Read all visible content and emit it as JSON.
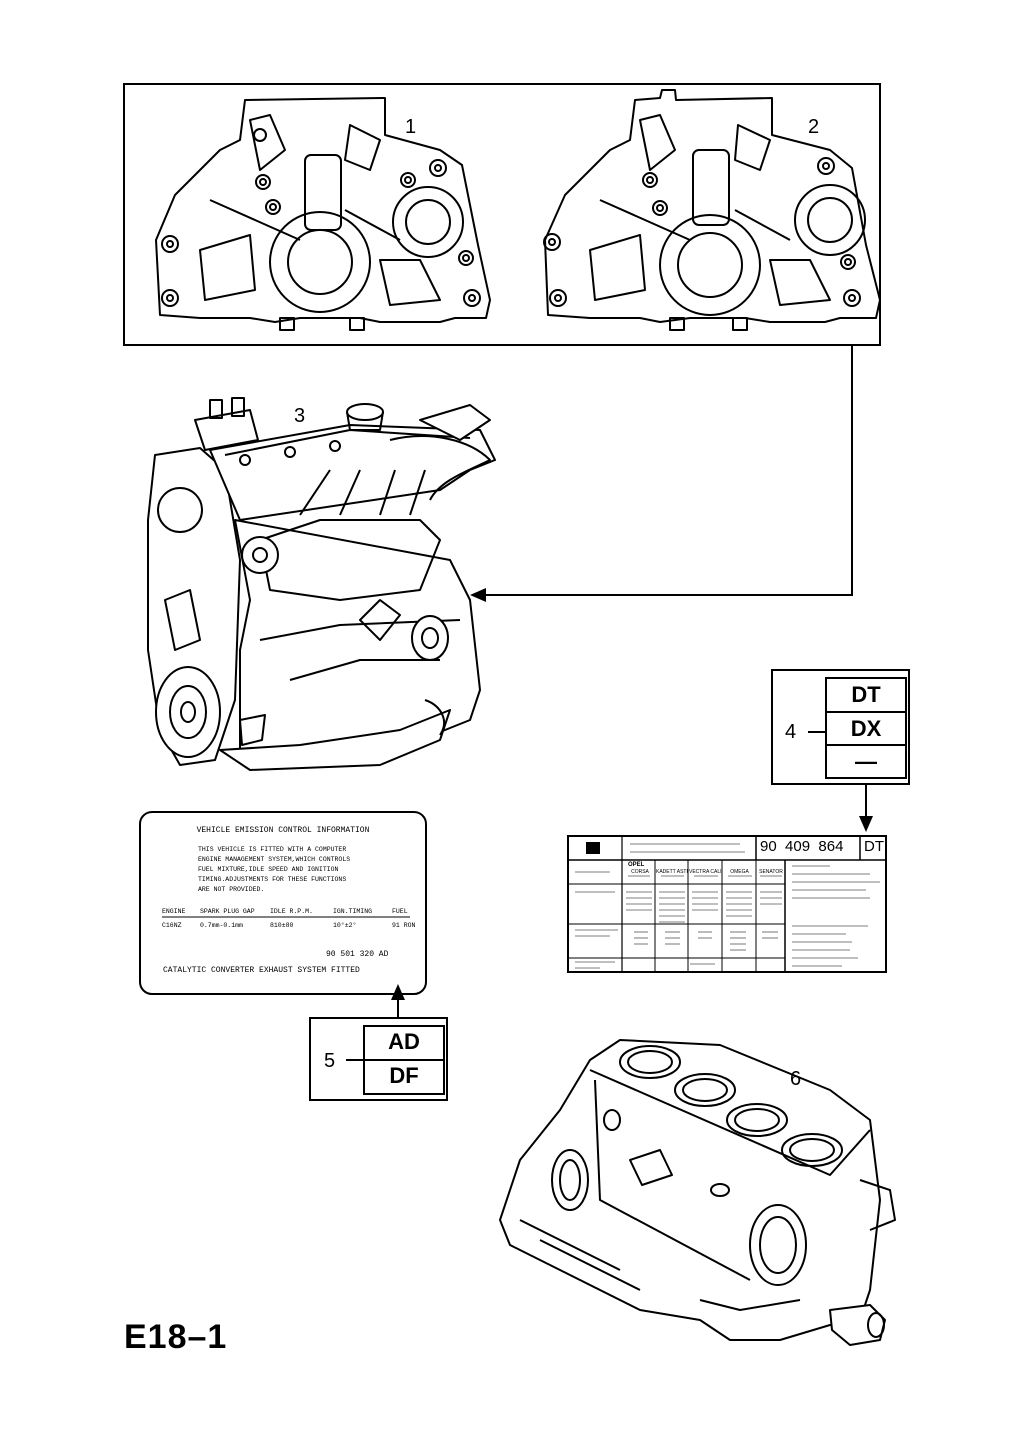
{
  "callouts": {
    "c1": "1",
    "c2": "2",
    "c3": "3",
    "c4": "4",
    "c5": "5",
    "c6": "6"
  },
  "code_box_4": {
    "row1": "DT",
    "row2": "DX",
    "row3": "—"
  },
  "code_box_5": {
    "row1": "AD",
    "row2": "DF"
  },
  "emission_label": {
    "title": "VEHICLE EMISSION CONTROL INFORMATION",
    "line1": "THIS VEHICLE IS FITTED WITH A COMPUTER",
    "line2": "ENGINE MANAGEMENT SYSTEM,WHICH CONTROLS",
    "line3": "FUEL MIXTURE,IDLE SPEED AND IGNITION",
    "line4": "TIMING.ADJUSTMENTS FOR THESE FUNCTIONS",
    "line5": "ARE NOT PROVIDED.",
    "headers": [
      "ENGINE",
      "SPARK PLUG GAP",
      "IDLE R.P.M.",
      "IGN.TIMING",
      "FUEL"
    ],
    "values": [
      "C16NZ",
      "0.7mm-0.1mm",
      "810±80",
      "10°±2°",
      "91 RON"
    ],
    "part_number": "90 501 320 AD",
    "footer": "CATALYTIC CONVERTER EXHAUST SYSTEM FITTED"
  },
  "engine_label": {
    "part_number": "90  409  864",
    "code": "DT",
    "brand": "OPEL",
    "col_models": [
      "CORSA",
      "KADETT ASTRA",
      "VECTRA CALIBRA",
      "OMEGA",
      "SENATOR"
    ]
  },
  "page_code": "E18–1"
}
